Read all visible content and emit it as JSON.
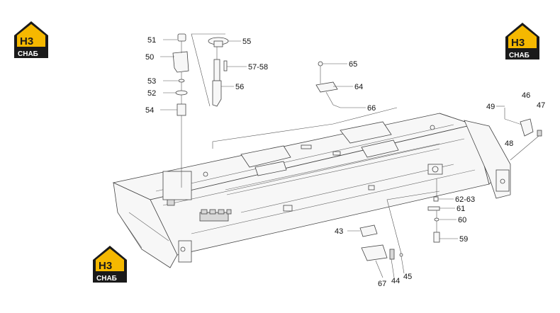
{
  "logo": {
    "mark": "H3",
    "word": "СНАБ",
    "colors": {
      "accent": "#f5b800",
      "dark": "#1a1a1a",
      "text": "#ffffff"
    }
  },
  "callouts": {
    "c51": "51",
    "c50": "50",
    "c53": "53",
    "c52": "52",
    "c54": "54",
    "c55": "55",
    "c5758": "57-58",
    "c56": "56",
    "c65": "65",
    "c64": "64",
    "c66": "66",
    "c49": "49",
    "c46": "46",
    "c47": "47",
    "c48": "48",
    "c6263": "62-63",
    "c61": "61",
    "c60": "60",
    "c59": "59",
    "c43": "43",
    "c67": "67",
    "c44": "44",
    "c45": "45"
  }
}
